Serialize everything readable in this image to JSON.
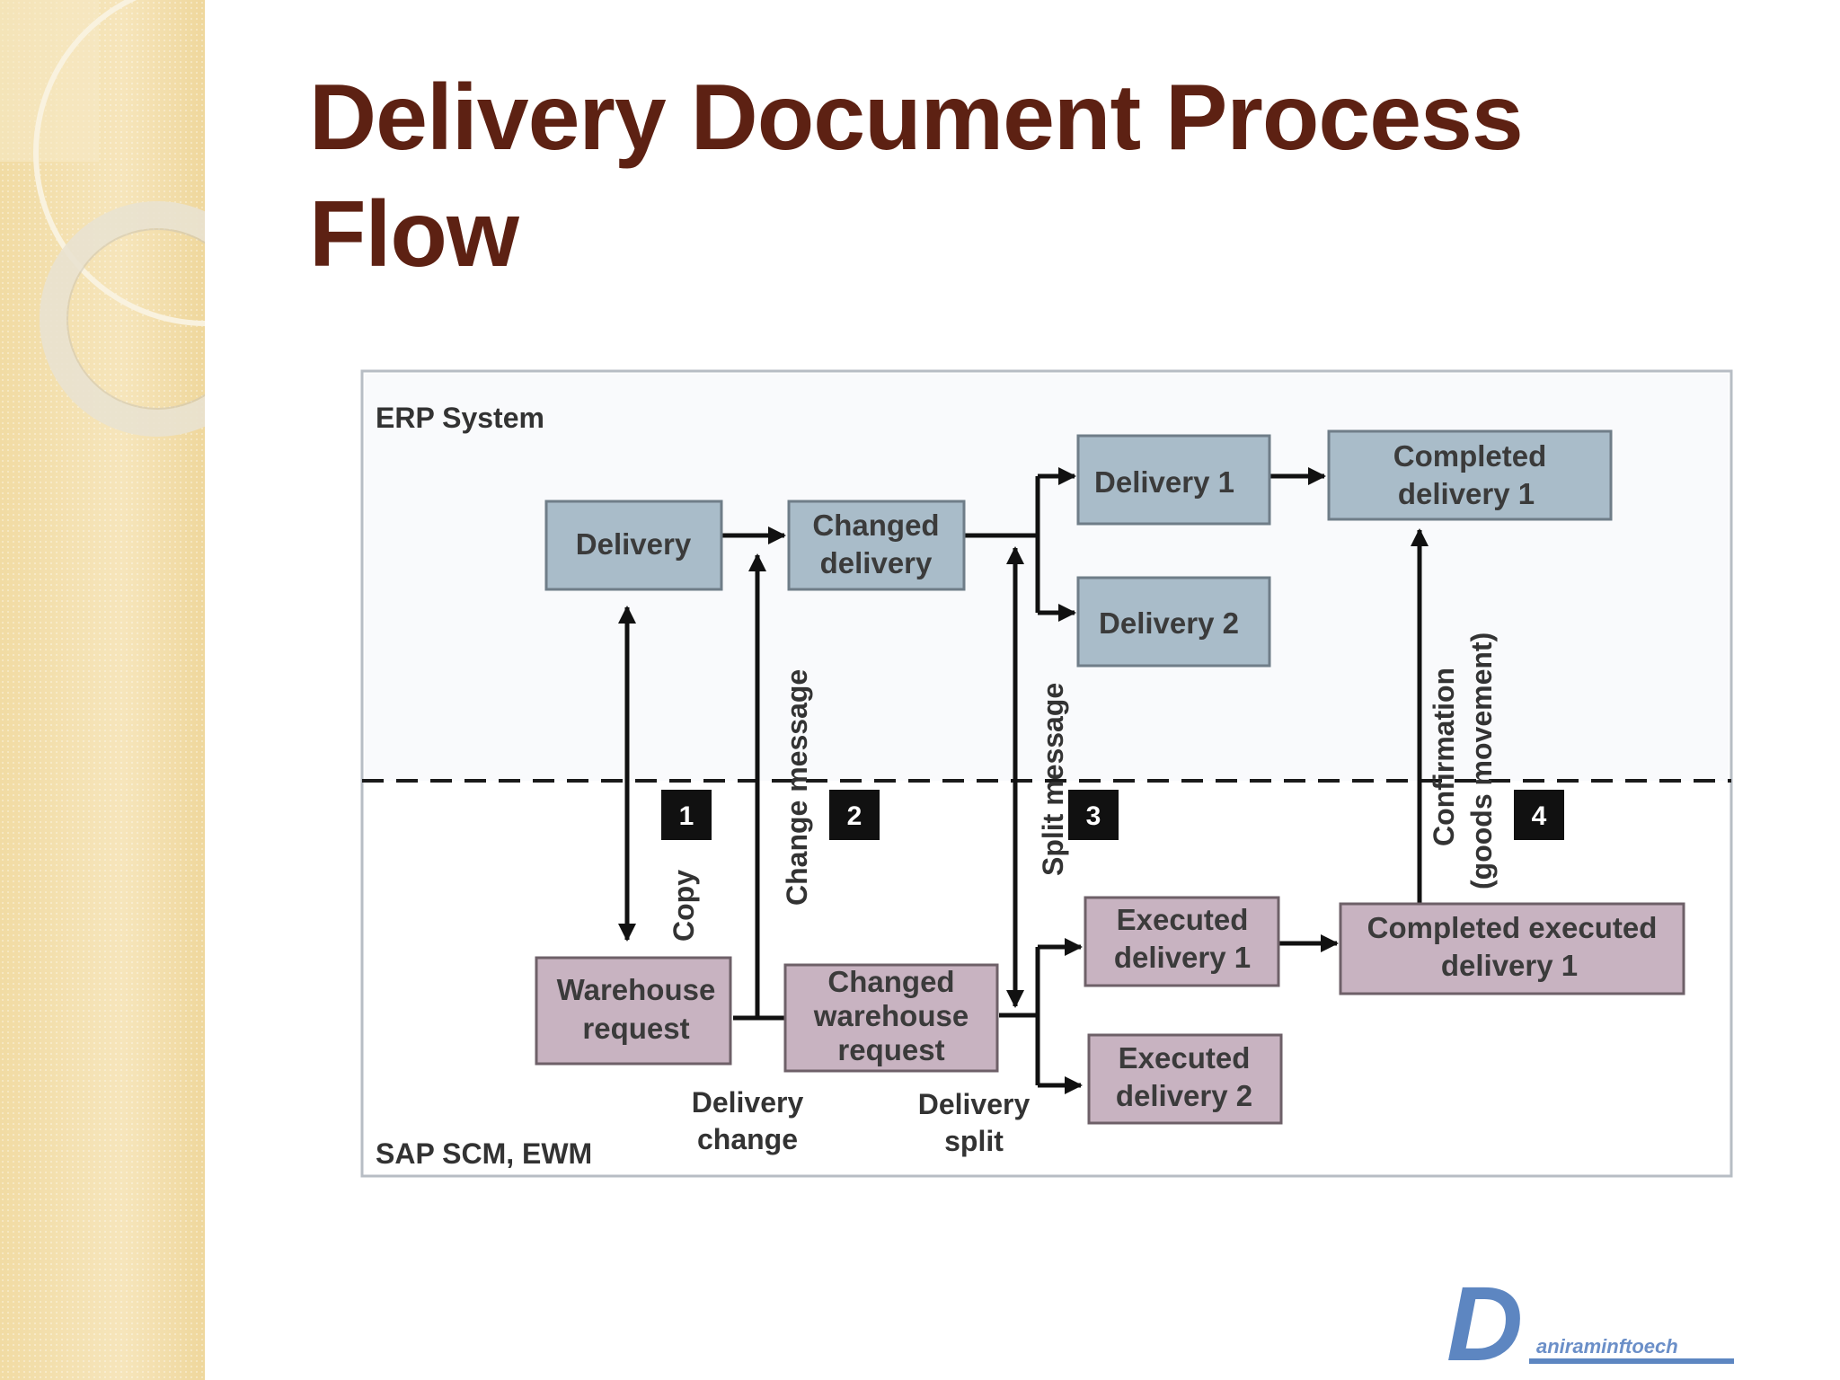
{
  "slide": {
    "title": "Delivery Document Process Flow"
  },
  "diagram": {
    "erp_label": "ERP System",
    "scm_label": "SAP SCM, EWM",
    "boxes": {
      "delivery": [
        "Delivery"
      ],
      "changed_delivery": [
        "Changed",
        "delivery"
      ],
      "delivery_1": [
        "Delivery 1"
      ],
      "delivery_2": [
        "Delivery 2"
      ],
      "completed_delivery_1": [
        "Completed",
        "delivery 1"
      ],
      "warehouse_request": [
        "Warehouse",
        "request"
      ],
      "changed_warehouse_request": [
        "Changed",
        "warehouse",
        "request"
      ],
      "executed_delivery_1": [
        "Executed",
        "delivery 1"
      ],
      "executed_delivery_2": [
        "Executed",
        "delivery 2"
      ],
      "completed_executed_delivery_1": [
        "Completed executed",
        "delivery 1"
      ]
    },
    "arrow_labels": {
      "copy": "Copy",
      "change_message": "Change message",
      "split_message": "Split message",
      "confirmation_line1": "Confirmation",
      "confirmation_line2": "(goods movement)"
    },
    "bottom_labels": {
      "delivery_change": [
        "Delivery",
        "change"
      ],
      "delivery_split": [
        "Delivery",
        "split"
      ]
    },
    "badges": [
      "1",
      "2",
      "3",
      "4"
    ],
    "colors": {
      "erp_box_fill": "#a9bcc9",
      "scm_box_fill": "#c8b3c1",
      "title": "#5d2113"
    }
  },
  "logo": {
    "letter": "D",
    "text": "aniraminftoech"
  }
}
